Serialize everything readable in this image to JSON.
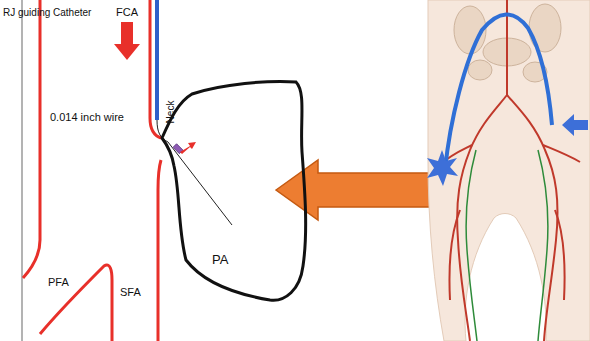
{
  "diagram": {
    "nodes": [
      {
        "text": [
          "PA"
        ]
      }
    ],
    "labels": [
      "RJ guiding Catheter",
      "FCA",
      "0.014 inch wire",
      "Neck",
      "PFA",
      "SFA"
    ]
  }
}
